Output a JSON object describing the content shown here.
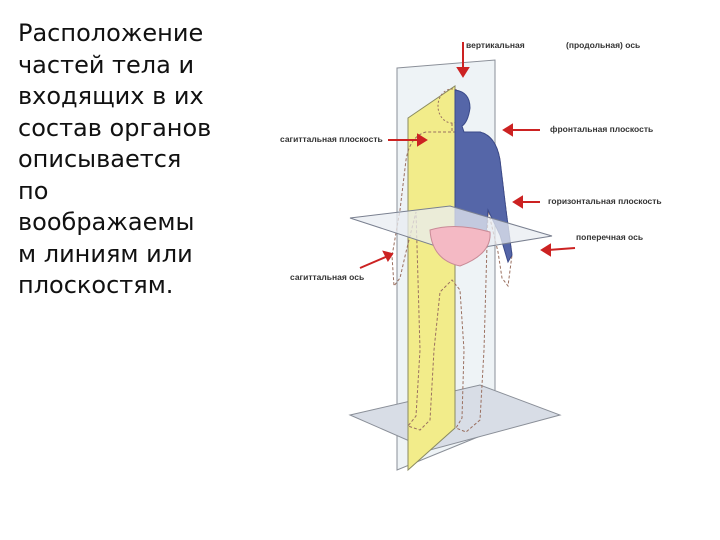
{
  "slide": {
    "text_lines": [
      "Расположение",
      "частей тела и",
      "входящих в их",
      "состав органов",
      "описывается",
      "по",
      "воображаемы",
      "м линиям или",
      "плоскостям."
    ]
  },
  "figure": {
    "labels": {
      "vertical_axis": "вертикальная",
      "longitudinal_axis": "(продольная) ось",
      "sagittal_plane": "сагиттальная плоскость",
      "frontal_plane": "фронтальная плоскость",
      "horizontal_plane": "горизонтальная плоскость",
      "transverse_axis": "поперечная ось",
      "sagittal_axis": "сагиттальная ось"
    },
    "colors": {
      "sagittal_plane": "#f2ec8a",
      "frontal_plane": "#eef3f6",
      "body_blue": "#5566a8",
      "horizontal_section": "#f4b9c4",
      "arrow": "#cc2222"
    }
  }
}
